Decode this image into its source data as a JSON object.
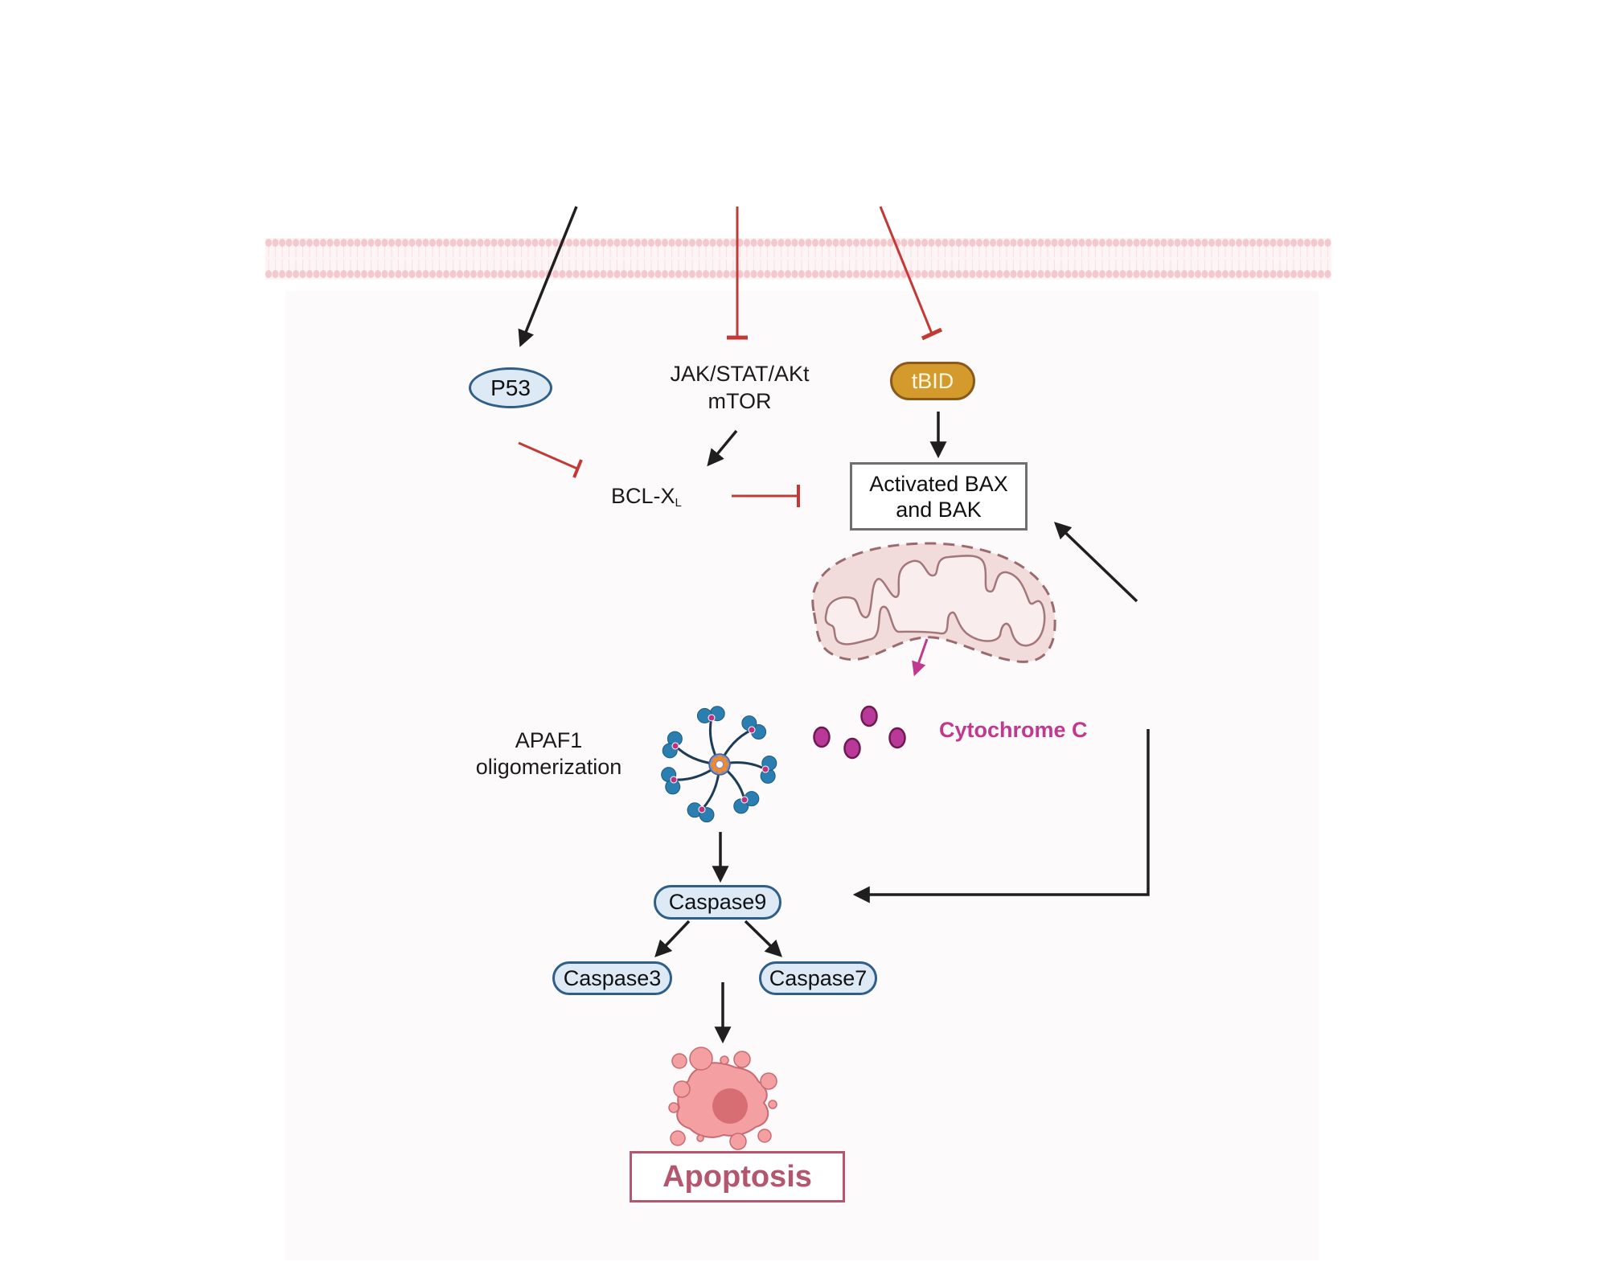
{
  "diagram": {
    "title": "Intrinsic apoptosis signaling pathway",
    "colors": {
      "activation_arrow": "#1f1f1f",
      "inhibition_arrow": "#c23a35",
      "membrane_head": "#f4c8cf",
      "membrane_tail": "#f8e1e5",
      "cell_fill": "#fdfafb",
      "protein_fill": "#dde9f5",
      "protein_border": "#2f5f88",
      "tbid_fill": "#d49a2c",
      "tbid_border": "#8a5a1c",
      "mito_outer": "#f2dcdb",
      "mito_inner": "#f9eeed",
      "mito_line": "#9a6a6e",
      "cytochrome": "#b0318a",
      "cytochrome_label": "#c0398f",
      "apoptosis": "#b5566f",
      "apoptosome_blue": "#2a7fb0",
      "apoptosome_orange": "#f08a2a"
    },
    "nodes": {
      "p53": "P53",
      "jak_line1": "JAK/STAT/AKt",
      "jak_line2": "mTOR",
      "bcl_main": "BCL-X",
      "bcl_sub": "L",
      "tbid": "tBID",
      "bax_line1": "Activated BAX",
      "bax_line2": "and BAK",
      "cytochrome_c": "Cytochrome C",
      "apaf_line1": "APAF1",
      "apaf_line2": "oligomerization",
      "caspase9": "Caspase9",
      "caspase3": "Caspase3",
      "caspase7": "Caspase7",
      "apoptosis": "Apoptosis"
    },
    "edges": [
      {
        "from": "extracellular",
        "to": "P53",
        "type": "activation"
      },
      {
        "from": "extracellular",
        "to": "JAK/STAT/AKt mTOR",
        "type": "inhibition"
      },
      {
        "from": "extracellular",
        "to": "tBID",
        "type": "inhibition"
      },
      {
        "from": "P53",
        "to": "BCL-XL",
        "type": "inhibition"
      },
      {
        "from": "JAK/STAT/AKt mTOR",
        "to": "BCL-XL",
        "type": "activation"
      },
      {
        "from": "BCL-XL",
        "to": "Activated BAX and BAK",
        "type": "inhibition"
      },
      {
        "from": "tBID",
        "to": "Activated BAX and BAK",
        "type": "activation"
      },
      {
        "from": "feedback",
        "to": "Activated BAX and BAK",
        "type": "activation"
      },
      {
        "from": "Mitochondria",
        "to": "Cytochrome C",
        "type": "release"
      },
      {
        "from": "APAF1 oligomerization",
        "to": "Caspase9",
        "type": "activation"
      },
      {
        "from": "Cytochrome C",
        "to": "Caspase9",
        "type": "activation"
      },
      {
        "from": "Caspase9",
        "to": "Caspase3",
        "type": "activation"
      },
      {
        "from": "Caspase9",
        "to": "Caspase7",
        "type": "activation"
      },
      {
        "from": "Caspase3/7",
        "to": "Apoptosis",
        "type": "activation"
      }
    ]
  }
}
